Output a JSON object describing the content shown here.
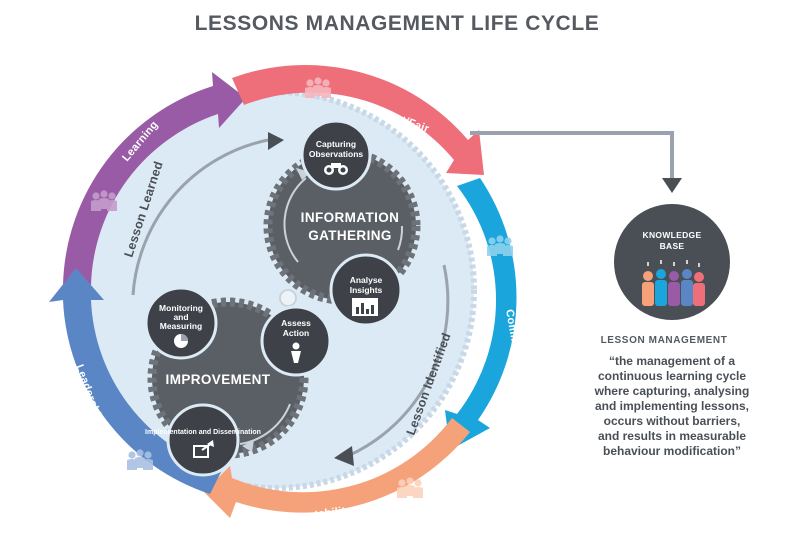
{
  "title": "LESSONS MANAGEMENT LIFE CYCLE",
  "ring": {
    "just_fair": "Just/Fair",
    "communication": "Communication",
    "accountability": "Accountability",
    "leadership": "Leadership",
    "learning": "Learning"
  },
  "inner": {
    "lesson_learned": "Lesson Learned",
    "lesson_identified": "Lesson Identified"
  },
  "gears": {
    "information_gathering": [
      "INFORMATION",
      "GATHERING"
    ],
    "improvement": "IMPROVEMENT"
  },
  "nodes": {
    "capturing": [
      "Capturing",
      "Observations"
    ],
    "analyse": [
      "Analyse",
      "Insights"
    ],
    "assess": [
      "Assess",
      "Action"
    ],
    "monitoring": [
      "Monitoring",
      "and",
      "Measuring"
    ],
    "implementation": "Implementation and Dissemination"
  },
  "knowledge_base": [
    "KNOWLEDGE",
    "BASE"
  ],
  "lesson_management": {
    "label": "LESSON MANAGEMENT",
    "quote": [
      "“the management of a",
      "continuous learning cycle",
      "where capturing, analysing",
      "and implementing lessons,",
      "occurs without barriers,",
      "and results in measurable",
      "behaviour modification”"
    ]
  },
  "colors": {
    "just_fair": "#ee6f7a",
    "communication": "#1aa6dc",
    "accountability": "#f5a27a",
    "leadership": "#5b86c5",
    "learning": "#9a5ba6",
    "inner_fill": "#dceaf5",
    "gear": "#5a5f66",
    "node": "#3e4248",
    "text_dark": "#4a4f56"
  }
}
